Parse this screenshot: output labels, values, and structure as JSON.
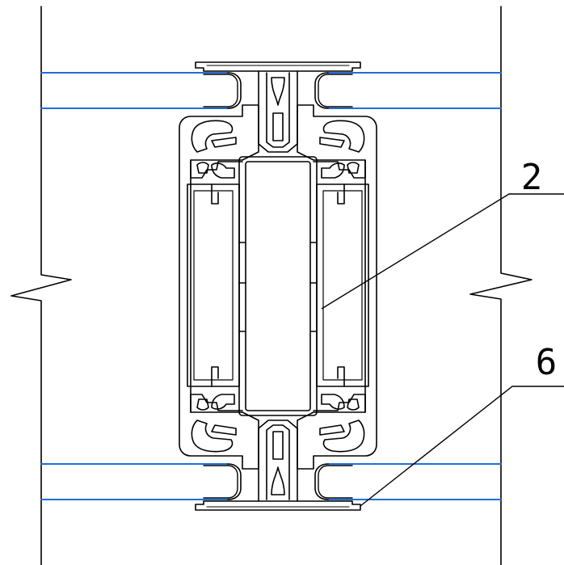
{
  "callouts": [
    {
      "id": "callout-2",
      "label": "2"
    },
    {
      "id": "callout-6",
      "label": "6"
    }
  ],
  "colors": {
    "line": "#000000",
    "glass": "#1f6fd6",
    "background": "#ffffff"
  }
}
